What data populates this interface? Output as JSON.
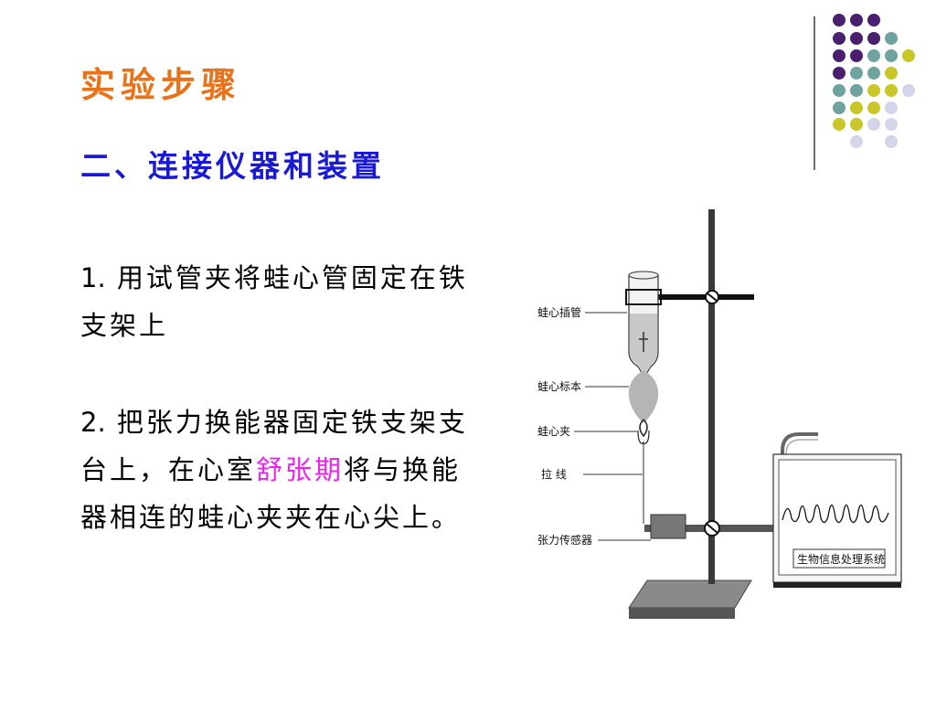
{
  "slide": {
    "title": "实验步骤",
    "subtitle": "二、连接仪器和装置",
    "step1": {
      "num": "1.",
      "text": "用试管夹将蛙心管固定在铁支架上"
    },
    "step2": {
      "num": "2.",
      "text_before": "把张力换能器固定铁支架支台上，在心室",
      "highlight": "舒张期",
      "text_after": "将与换能器相连的蛙心夹夹在心尖上。"
    }
  },
  "diagram": {
    "labels": {
      "cannula": "蛙心插管",
      "specimen": "蛙心标本",
      "clip": "蛙心夹",
      "thread": "拉  线",
      "sensor": "张力传感器",
      "system": "生物信息处理系统"
    }
  },
  "colors": {
    "title": "#e8731a",
    "subtitle": "#1a1ad6",
    "highlight": "#ee22ee",
    "dot_purple": "#4b1f6f",
    "dot_teal": "#6fa3a0",
    "dot_yellow": "#c9c62a",
    "dot_lavender": "#d4d4ea"
  }
}
